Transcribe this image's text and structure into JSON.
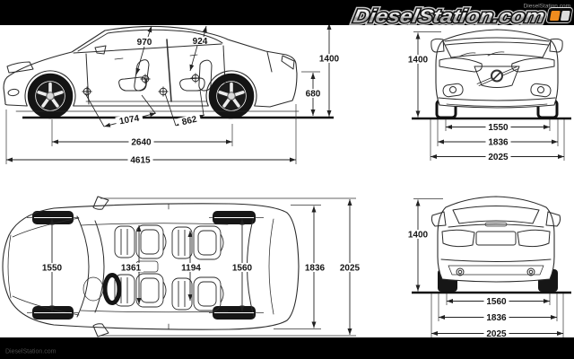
{
  "branding": {
    "header_url_text": "DieselStation.com",
    "logo_text": "DieselStation.com",
    "footer_text": "DieselStation.com",
    "logo_accent_color": "#f08c1e",
    "bar_color": "#000000"
  },
  "diagram": {
    "background": "#ffffff",
    "line_color": "#2b2b2b",
    "views": {
      "side": {
        "dims": {
          "front_headroom": "970",
          "rear_headroom": "924",
          "front_legroom": "1074",
          "rear_legroom": "862",
          "wheelbase": "2640",
          "overall_length": "4615",
          "overall_height": "1400",
          "rear_deck_height": "680"
        }
      },
      "front": {
        "dims": {
          "overall_height": "1400",
          "front_track": "1550",
          "body_width": "1836",
          "overall_width_mirrors": "2025"
        }
      },
      "top": {
        "dims": {
          "front_track": "1550",
          "front_cabin_width": "1361",
          "rear_cabin_width": "1194",
          "rear_track": "1560",
          "body_width": "1836",
          "overall_width_mirrors": "2025"
        }
      },
      "rear": {
        "dims": {
          "overall_height": "1400",
          "rear_track": "1560",
          "body_width": "1836",
          "overall_width_mirrors": "2025"
        }
      }
    }
  }
}
